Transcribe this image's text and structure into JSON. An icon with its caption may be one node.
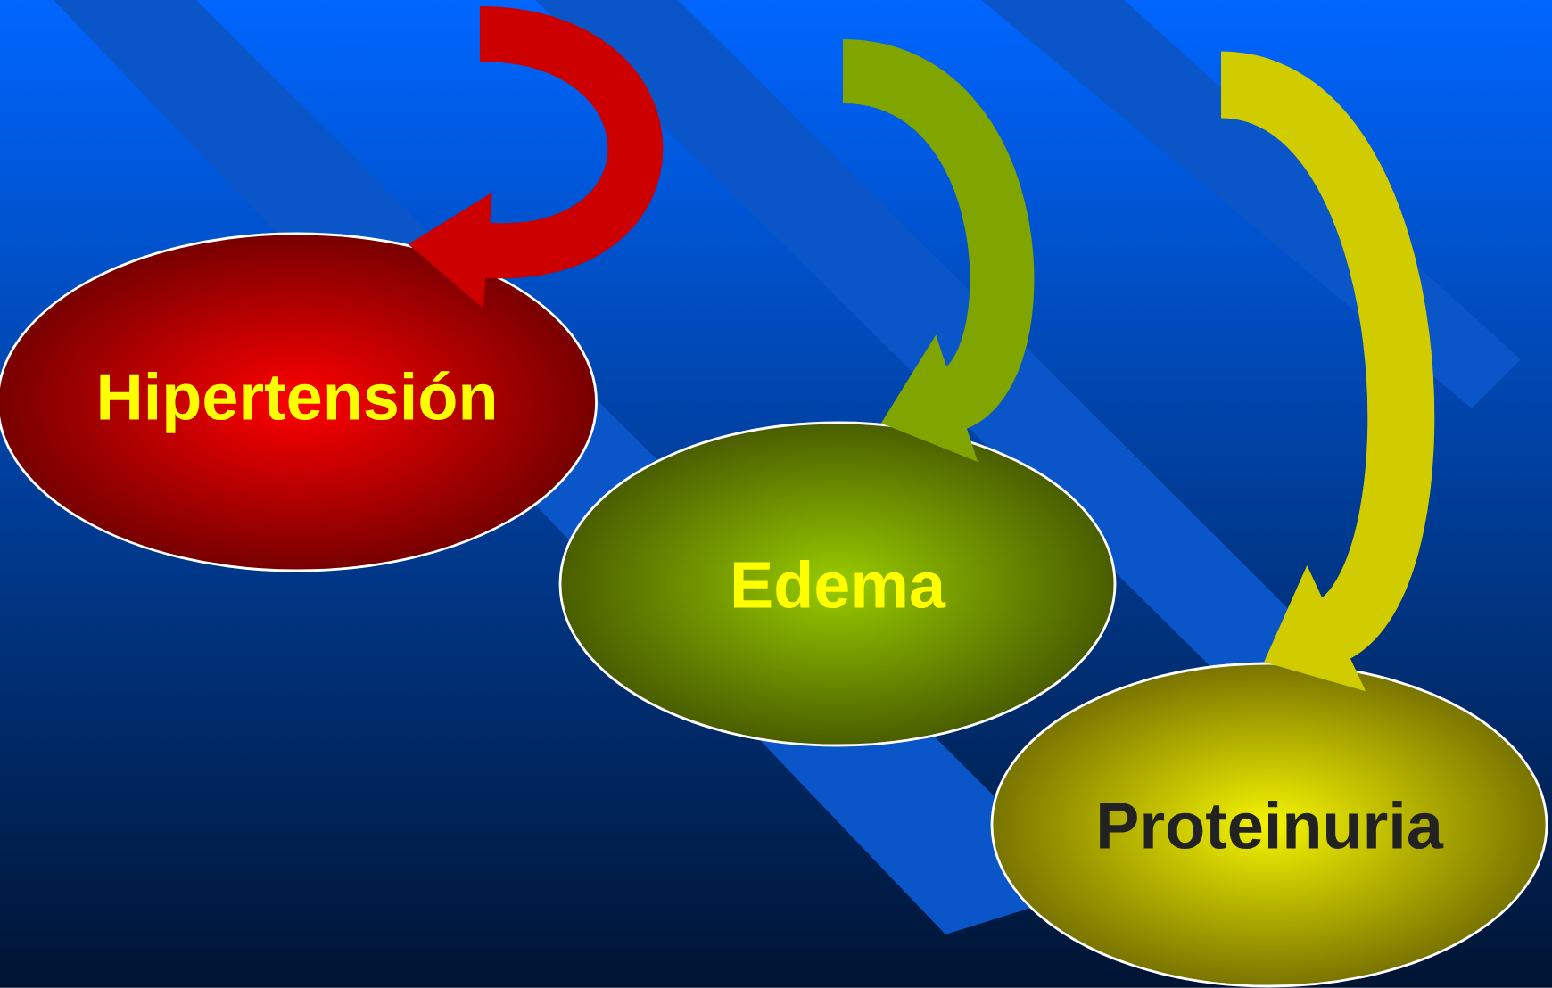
{
  "diagram": {
    "nodes": [
      {
        "text": [
          "Hipertensión"
        ]
      },
      {
        "text": [
          "Edema"
        ]
      },
      {
        "text": [
          "Proteinuria"
        ]
      }
    ],
    "edges": [
      {
        "from": null,
        "to": 0,
        "arrow": "to",
        "color": "#cc0000"
      },
      {
        "from": null,
        "to": 1,
        "arrow": "to",
        "color": "#80a400"
      },
      {
        "from": null,
        "to": 2,
        "arrow": "to",
        "color": "#d0cc00"
      }
    ]
  }
}
